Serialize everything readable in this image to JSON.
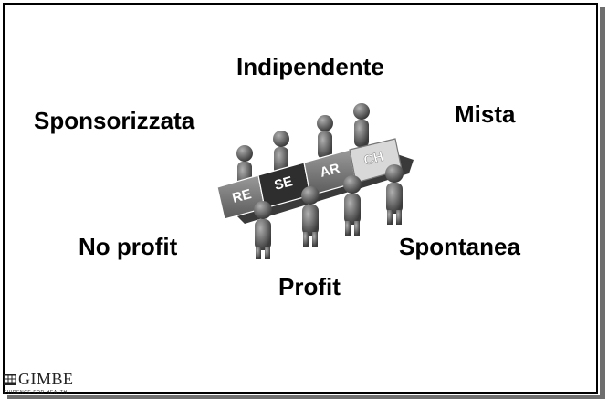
{
  "slide": {
    "terms": {
      "top": "Indipendente",
      "left_upper": "Sponsorizzata",
      "right_upper": "Mista",
      "left_lower": "No profit",
      "right_lower": "Spontanea",
      "bottom": "Profit"
    },
    "illustration": {
      "puzzle_letters": [
        "RE",
        "SE",
        "AR",
        "CH"
      ]
    },
    "logo": {
      "name": "GIMBE",
      "tagline": "EVIDENCE FOR HEALTH"
    }
  }
}
